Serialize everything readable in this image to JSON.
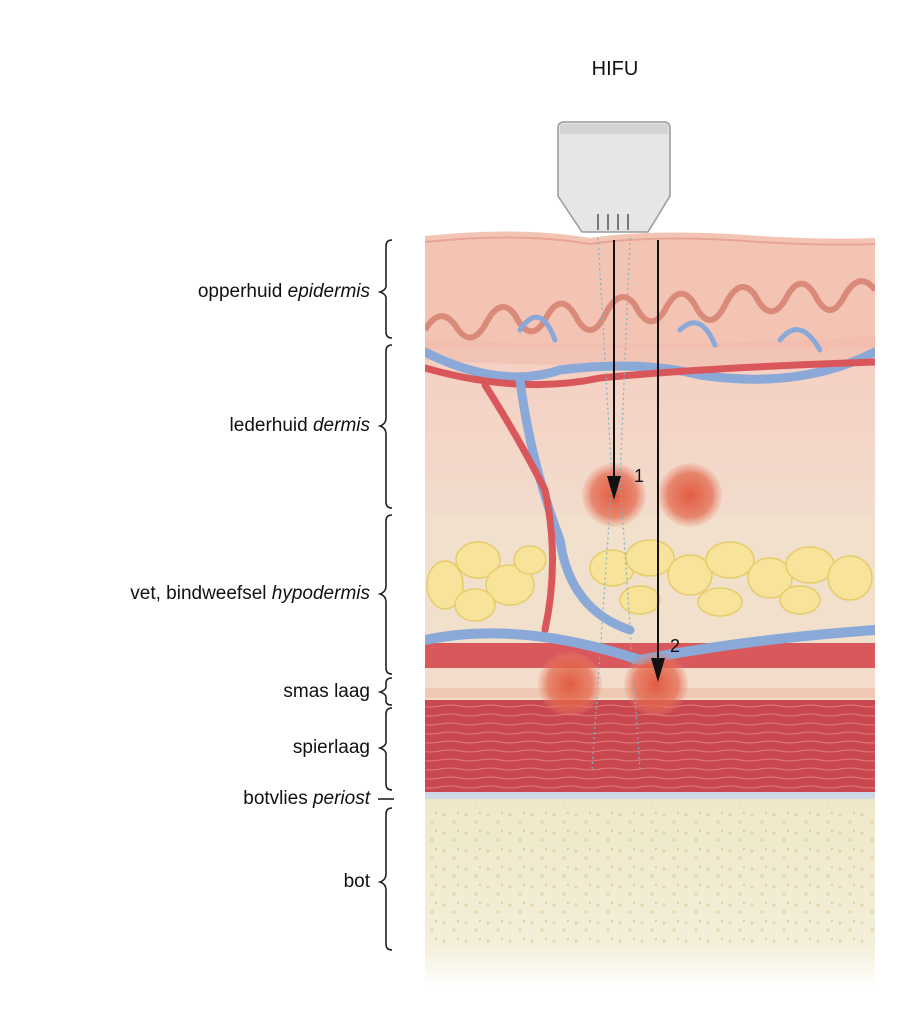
{
  "title": "HIFU",
  "layers": [
    {
      "name": "opperhuid",
      "latin": "epidermis"
    },
    {
      "name": "lederhuid",
      "latin": "dermis"
    },
    {
      "name": "vet, bindweefsel",
      "latin": "hypodermis"
    },
    {
      "name": "smas laag",
      "latin": ""
    },
    {
      "name": "spierlaag",
      "latin": ""
    },
    {
      "name": "botvlies",
      "latin": "periost"
    },
    {
      "name": "bot",
      "latin": ""
    }
  ],
  "focal_points": [
    {
      "label": "1"
    },
    {
      "label": "2"
    }
  ],
  "colors": {
    "epidermis": "#f3c2b4",
    "dermis": "#f6d3c6",
    "fat": "#f7e6a0",
    "smas": "#f5d9c6",
    "muscle": "#c94a52",
    "bone": "#ece4c4",
    "vein": "#8aa8d8",
    "artery": "#d9575a",
    "focus": "#e0553a"
  }
}
